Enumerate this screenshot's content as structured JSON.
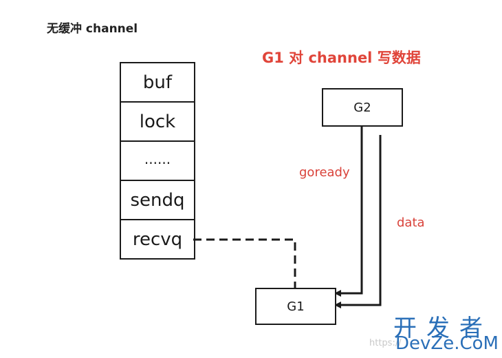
{
  "header": {
    "section_title": "无缓冲 channel",
    "diagram_title": "G1 对 channel 写数据"
  },
  "channel_struct": {
    "fields": [
      "buf",
      "lock",
      "......",
      "sendq",
      "recvq"
    ]
  },
  "nodes": {
    "g2": "G2",
    "g1": "G1"
  },
  "edges": {
    "goready_label": "goready",
    "data_label": "data"
  },
  "watermark": {
    "cn": "开发者",
    "en": "DevZe.CoM",
    "url": "https://"
  },
  "colors": {
    "title_red": "#e0453a",
    "label_red": "#d9423a",
    "line": "#1a1a1a",
    "watermark_blue": "#2a6fb8"
  }
}
